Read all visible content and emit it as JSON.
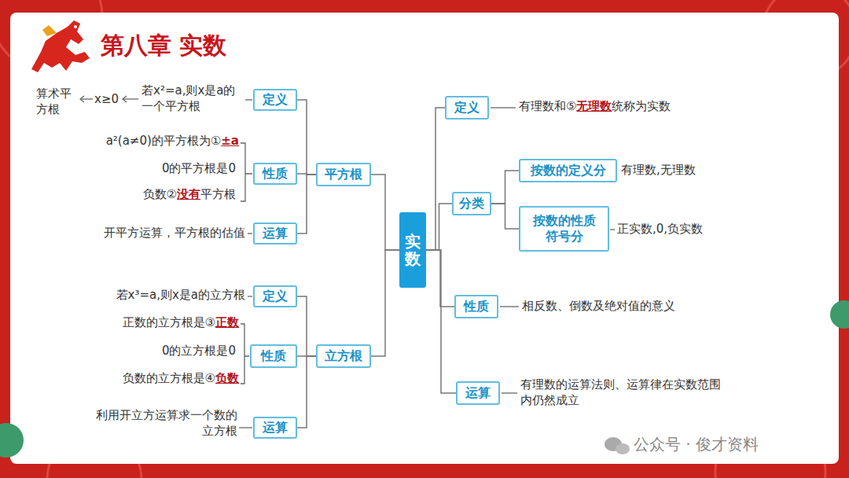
{
  "diagram": {
    "title": "第八章 实数",
    "nodes": [
      {
        "text": [
          "定义"
        ]
      },
      {
        "text": [
          "性质"
        ]
      },
      {
        "text": [
          "运算"
        ]
      },
      {
        "text": [
          "平方根"
        ]
      },
      {
        "text": [
          "定义"
        ]
      },
      {
        "text": [
          "性质"
        ]
      },
      {
        "text": [
          "运算"
        ]
      },
      {
        "text": [
          "立方根"
        ]
      },
      {
        "text": [
          "实数"
        ]
      },
      {
        "text": [
          "定义"
        ]
      },
      {
        "text": [
          "分类"
        ]
      },
      {
        "text": [
          "按数的定义分"
        ]
      },
      {
        "text": [
          "按数的性质符号分"
        ]
      },
      {
        "text": [
          "性质"
        ]
      },
      {
        "text": [
          "运算"
        ]
      }
    ],
    "edges": [
      {
        "from": 3,
        "to": 0,
        "arrow": "none"
      },
      {
        "from": 3,
        "to": 1,
        "arrow": "none"
      },
      {
        "from": 3,
        "to": 2,
        "arrow": "none"
      },
      {
        "from": 7,
        "to": 4,
        "arrow": "none"
      },
      {
        "from": 7,
        "to": 5,
        "arrow": "none"
      },
      {
        "from": 7,
        "to": 6,
        "arrow": "none"
      },
      {
        "from": 8,
        "to": 3,
        "arrow": "none"
      },
      {
        "from": 8,
        "to": 7,
        "arrow": "none"
      },
      {
        "from": 8,
        "to": 9,
        "arrow": "none"
      },
      {
        "from": 8,
        "to": 10,
        "arrow": "none"
      },
      {
        "from": 8,
        "to": 13,
        "arrow": "none"
      },
      {
        "from": 8,
        "to": 14,
        "arrow": "none"
      },
      {
        "from": 10,
        "to": 11,
        "arrow": "none"
      },
      {
        "from": 10,
        "to": 12,
        "arrow": "none"
      }
    ],
    "labels": [
      "算术平方根",
      "x≥0",
      "若x²=a,则x是a的一个平方根",
      "a²(a≠0)的平方根为①",
      "±a",
      "0的平方根是0",
      "负数②",
      "没有",
      "平方根",
      "开平方运算，平方根的估值",
      "若x³=a,则x是a的立方根",
      "正数的立方根是③",
      "正数",
      "0的立方根是0",
      "负数的立方根是④",
      "负数",
      "利用开立方运算求一个数的立方根",
      "有理数和⑤",
      "无理数",
      "统称为实数",
      "有理数,无理数",
      "正实数,0,负实数",
      "相反数、倒数及绝对值的意义",
      "有理数的运算法则、运算律在实数范围内仍然成立",
      "公众号 · 俊才资料"
    ]
  }
}
